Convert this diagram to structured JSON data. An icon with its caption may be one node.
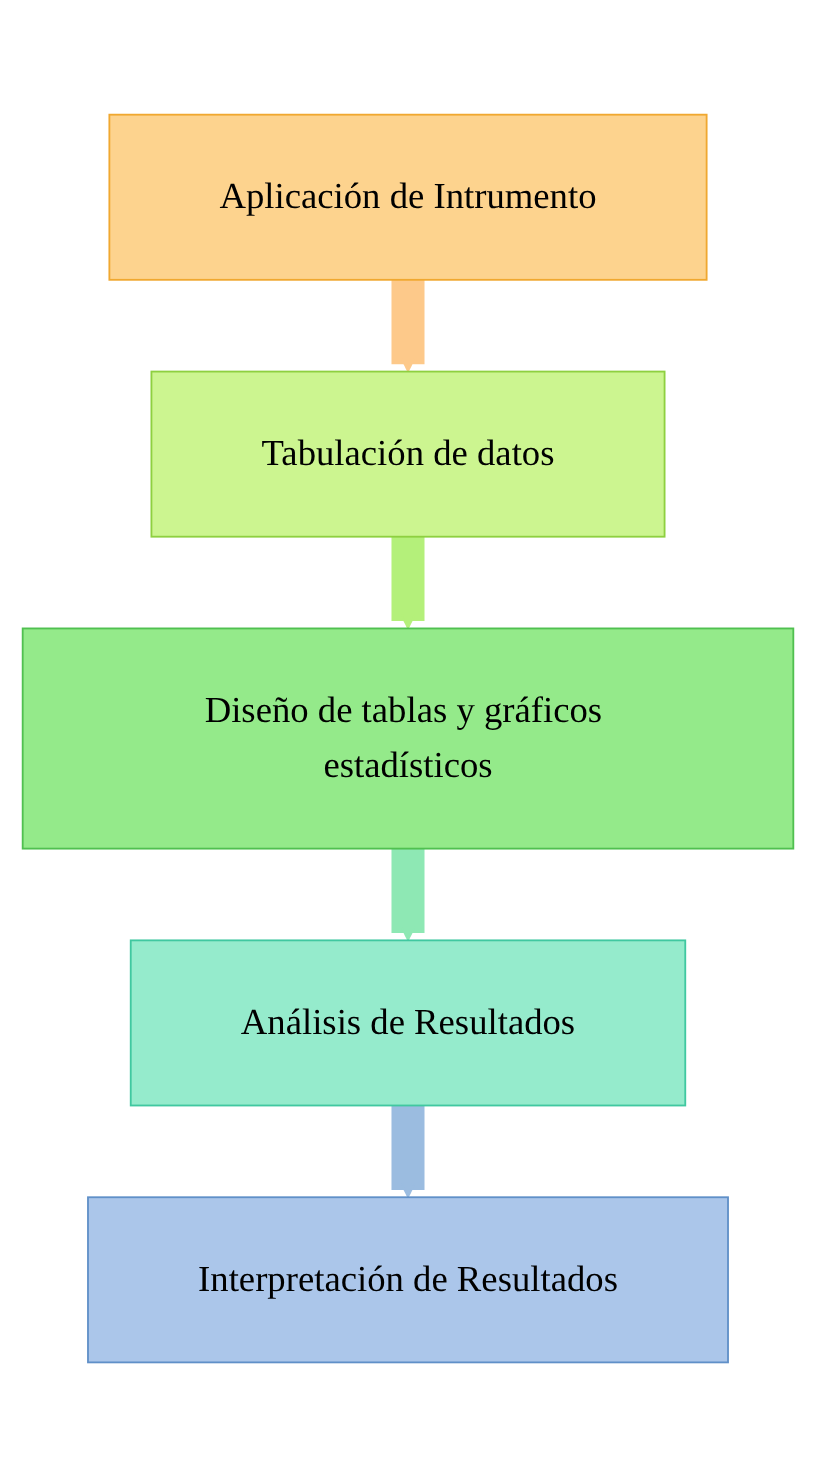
{
  "diagram": {
    "nodes": [
      {
        "text": [
          "Aplicación de Intrumento"
        ]
      },
      {
        "text": [
          "Tabulación de datos"
        ]
      },
      {
        "text": [
          "Diseño de tablas y gráficos estadísticos"
        ]
      },
      {
        "text": [
          "Análisis de Resultados"
        ]
      },
      {
        "text": [
          "Interpretación de Resultados"
        ]
      }
    ],
    "edges": [
      {
        "from": 0,
        "to": 1,
        "arrow": "to",
        "color": "#fdc98a"
      },
      {
        "from": 1,
        "to": 2,
        "arrow": "to",
        "color": "#b4f07a"
      },
      {
        "from": 2,
        "to": 3,
        "arrow": "to",
        "color": "#8ee8b4"
      },
      {
        "from": 3,
        "to": 4,
        "arrow": "to",
        "color": "#9bbce0"
      }
    ]
  }
}
